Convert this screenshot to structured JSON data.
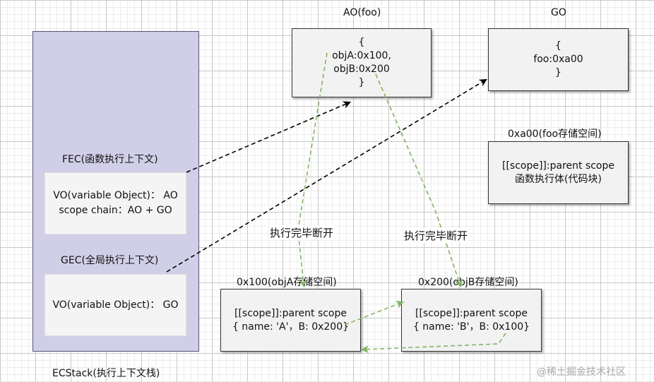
{
  "ecstack": {
    "caption": "ECStack(执行上下文栈)",
    "fec": {
      "title": "FEC(函数执行上下文)",
      "line1": "VO(variable Object)： AO",
      "line2": "scope chain：AO + GO"
    },
    "gec": {
      "title": "GEC(全局执行上下文)",
      "line1": "VO(variable Object)： GO"
    }
  },
  "ao": {
    "title": "AO(foo)",
    "lines": [
      "{",
      "objA:0x100,",
      "objB:0x200",
      "}"
    ]
  },
  "go": {
    "title": "GO",
    "lines": [
      "{",
      "foo:0xa00",
      "}"
    ]
  },
  "foo_storage": {
    "title": "0xa00(foo存储空间)",
    "lines": [
      "[[scope]]:parent scope",
      "函数执行体(代码块)"
    ]
  },
  "obj_a": {
    "title": "0x100(objA存储空间)",
    "lines": [
      "[[scope]]:parent scope",
      "{ name: 'A'，B: 0x200}"
    ]
  },
  "obj_b": {
    "title": "0x200(objB存储空间)",
    "lines": [
      "[[scope]]:parent scope",
      "{ name: 'B'，B: 0x100}"
    ]
  },
  "break_labels": [
    "执行完毕断开",
    "执行完毕断开"
  ],
  "watermark": "@稀土掘金技术社区",
  "colors": {
    "stack_fill": "#d1cfe8",
    "box_fill": "#f2f2f2",
    "dashed_black": "#000000",
    "dashed_green": "#82b366"
  }
}
